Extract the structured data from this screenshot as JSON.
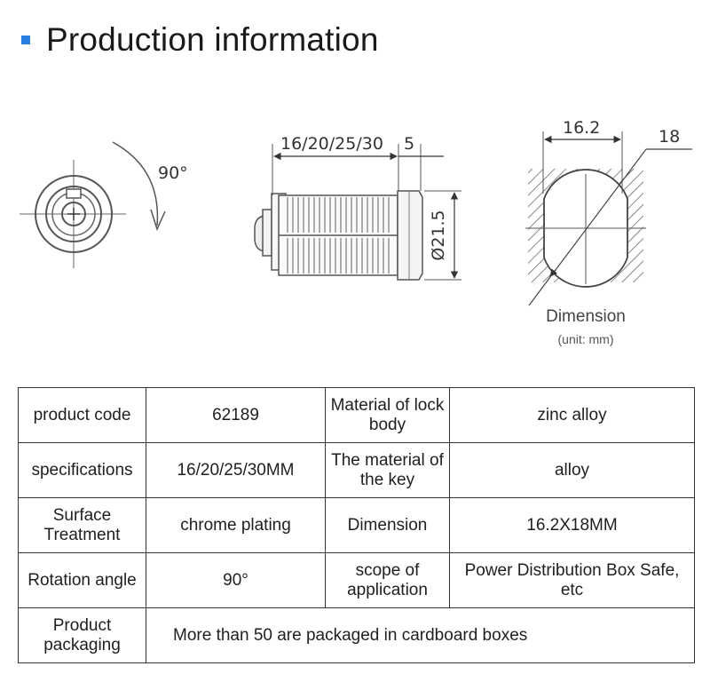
{
  "header": {
    "title": "Production information"
  },
  "drawings": {
    "rotation_label": "90°",
    "length_label": "16/20/25/30",
    "flange_label": "5",
    "diameter_label": "Ø21.5",
    "width_label": "16.2",
    "across_label": "18"
  },
  "caption": {
    "title": "Dimension",
    "unit": "(unit:  mm)"
  },
  "table": {
    "rows": [
      {
        "label1": "product code",
        "value1": "62189",
        "label2": "Material of lock body",
        "value2": "zinc alloy"
      },
      {
        "label1": "specifications",
        "value1": "16/20/25/30MM",
        "label2": "The material of the key",
        "value2": "alloy"
      },
      {
        "label1": "Surface Treatment",
        "value1": "chrome plating",
        "label2": "Dimension",
        "value2": "16.2X18MM"
      },
      {
        "label1": "Rotation angle",
        "value1": "90°",
        "label2": "scope of application",
        "value2": "Power Distribution Box Safe, etc"
      },
      {
        "label1": "Product packaging",
        "value1": "More than 50 are packaged in cardboard boxes"
      }
    ]
  }
}
